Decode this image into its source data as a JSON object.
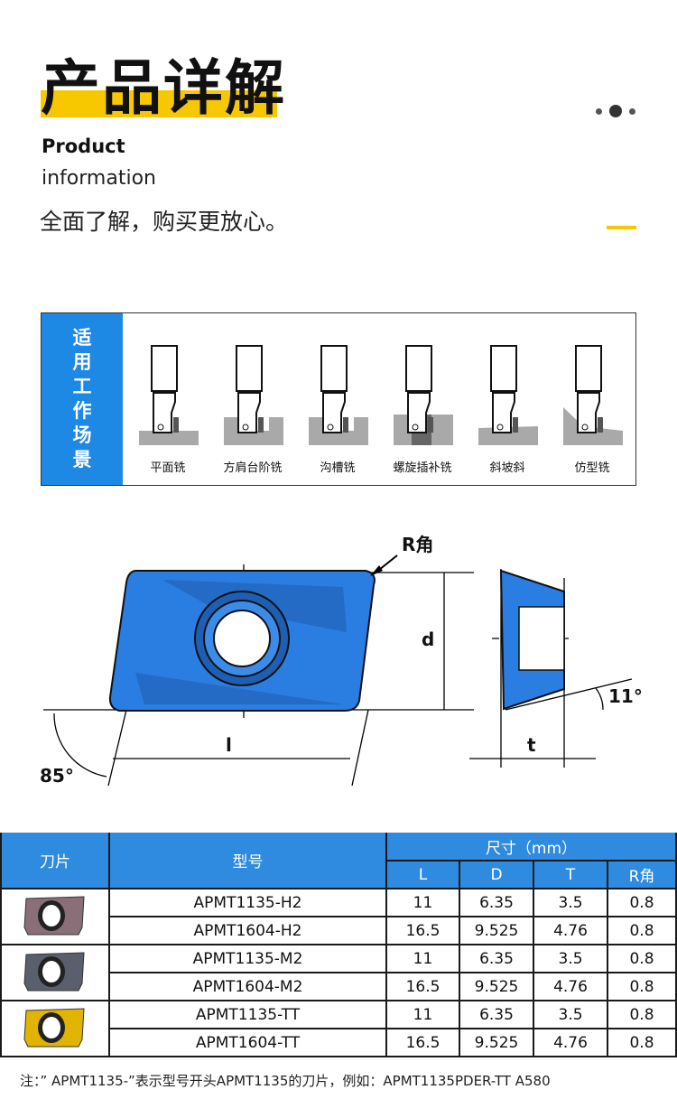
{
  "header": {
    "title": "产品详解",
    "subtitle_en_1": "Product",
    "subtitle_en_2": "information",
    "subtitle_cn": "全面了解，购买更放心。"
  },
  "scenarios": {
    "side_label": [
      "适",
      "用",
      "工",
      "作",
      "场",
      "景"
    ],
    "items": [
      {
        "label": "平面铣"
      },
      {
        "label": "方肩台阶铣"
      },
      {
        "label": "沟槽铣"
      },
      {
        "label": "螺旋插补铣"
      },
      {
        "label": "斜坡斜"
      },
      {
        "label": "仿型铣"
      }
    ]
  },
  "diagram": {
    "r_label": "R角",
    "d_label": "d",
    "l_label": "l",
    "t_label": "t",
    "angle_85": "85°",
    "angle_11": "11°"
  },
  "table": {
    "col_blade": "刀片",
    "col_model": "型号",
    "col_size": "尺寸（mm）",
    "sub_cols": [
      "L",
      "D",
      "T",
      "R角"
    ],
    "groups": [
      {
        "color": "#8a6f78",
        "rows": [
          [
            "APMT1135-H2",
            "11",
            "6.35",
            "3.5",
            "0.8"
          ],
          [
            "APMT1604-H2",
            "16.5",
            "9.525",
            "4.76",
            "0.8"
          ]
        ]
      },
      {
        "color": "#5a5f6e",
        "rows": [
          [
            "APMT1135-M2",
            "11",
            "6.35",
            "3.5",
            "0.8"
          ],
          [
            "APMT1604-M2",
            "16.5",
            "9.525",
            "4.76",
            "0.8"
          ]
        ]
      },
      {
        "color": "#e0b400",
        "rows": [
          [
            "APMT1135-TT",
            "11",
            "6.35",
            "3.5",
            "0.8"
          ],
          [
            "APMT1604-TT",
            "16.5",
            "9.525",
            "4.76",
            "0.8"
          ]
        ]
      }
    ]
  },
  "note": "注：” APMT1135-”表示型号开头APMT1135的刀片，例如：APMT1135PDER-TT A580",
  "colors": {
    "accent": "#f7c800",
    "blue": "#2f8be0"
  }
}
